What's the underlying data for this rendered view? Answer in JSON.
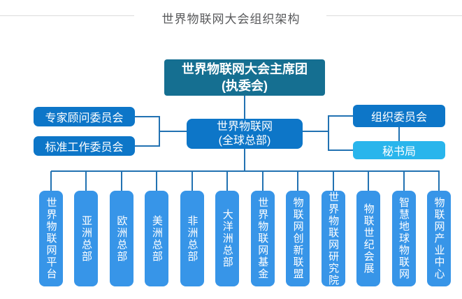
{
  "title": "世界物联网大会组织架构",
  "org": {
    "root": {
      "line1": "世界物联网大会主席团",
      "line2": "(执委会)"
    },
    "hq": {
      "line1": "世界物联网",
      "line2": "(全球总部)"
    },
    "left_committees": [
      {
        "label": "专家顾问委员会"
      },
      {
        "label": "标准工作委员会"
      }
    ],
    "right_committees": [
      {
        "label": "组织委员会"
      },
      {
        "label": "秘书局"
      }
    ],
    "departments": [
      "世界物联网平台",
      "亚洲总部",
      "欧洲总部",
      "美洲总部",
      "非洲总部",
      "大洋洲总部",
      "世界物联网基金",
      "物联网创新联盟",
      "世界物联网研究院",
      "物联世纪会展",
      "智慧地球物联网",
      "物联网产业中心"
    ]
  },
  "colors": {
    "root_box": "#156f91",
    "committee_box": "#0d76c8",
    "secretariat_box": "#29b5ec",
    "department_box": "#3795e8",
    "connector": "#2272b2",
    "title_text": "#58595b",
    "title_rule": "#dcdcdc"
  }
}
